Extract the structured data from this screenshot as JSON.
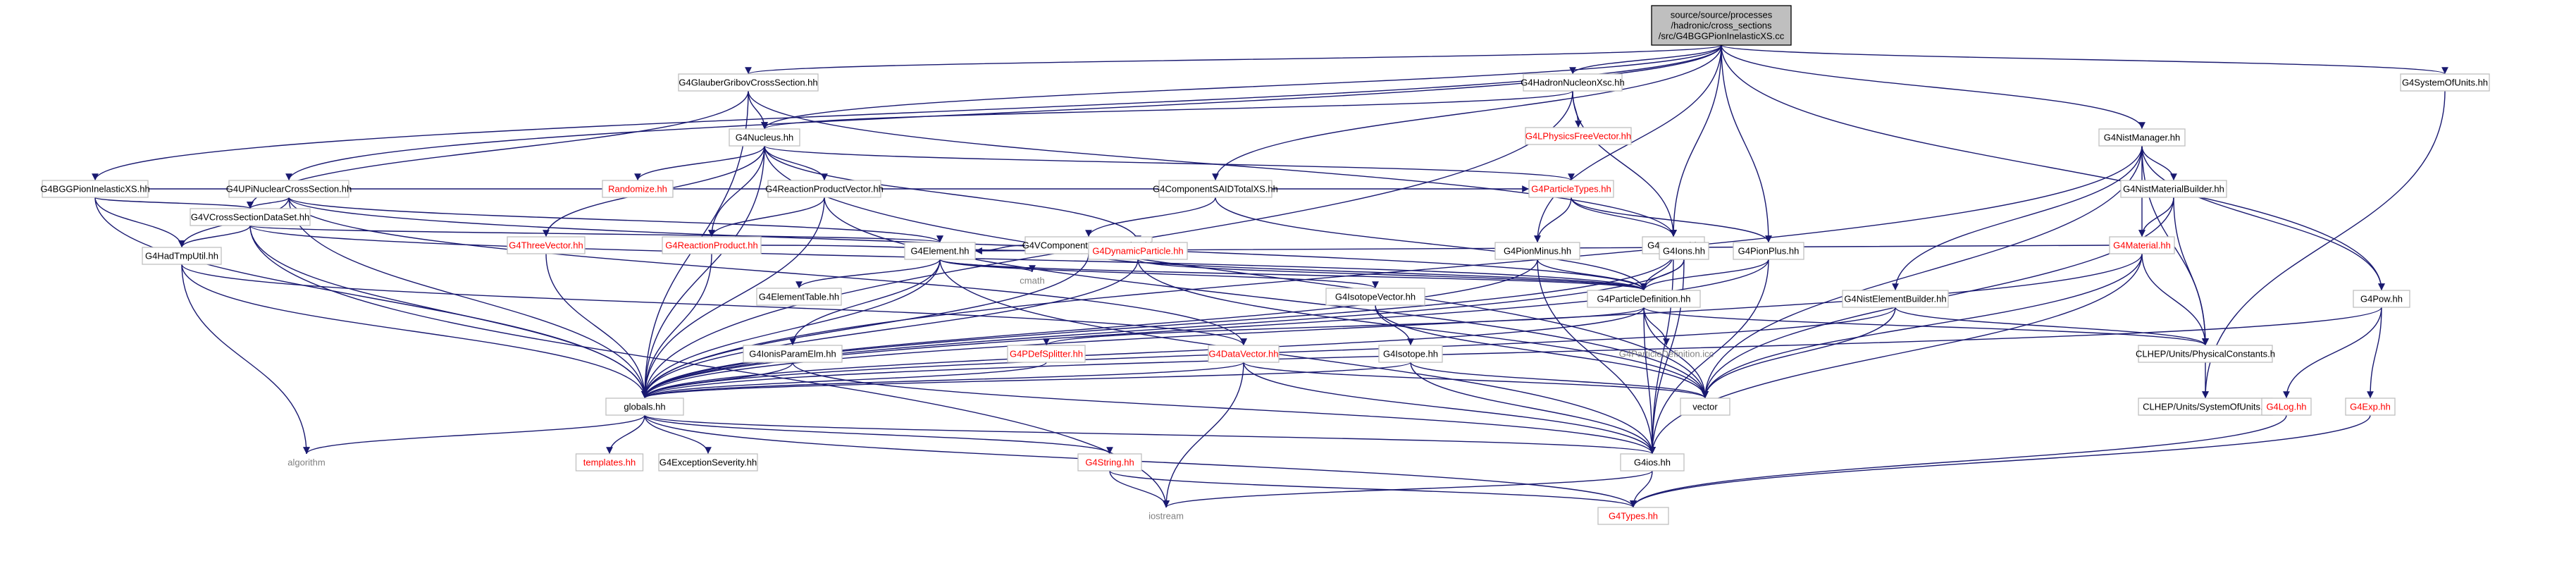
{
  "graph": {
    "nodes": [
      {
        "id": "root",
        "label": "source/source/processes /hadronic/cross_sections /src/G4BGGPionInelasticXS.cc",
        "style": "root"
      },
      {
        "id": "glauber",
        "label": "G4GlauberGribovCrossSection.hh",
        "style": "normal"
      },
      {
        "id": "hadronnuc",
        "label": "G4HadronNucleonXsc.hh",
        "style": "normal"
      },
      {
        "id": "sysunits",
        "label": "G4SystemOfUnits.hh",
        "style": "normal"
      },
      {
        "id": "lphys",
        "label": "G4LPhysicsFreeVector.hh",
        "style": "missing"
      },
      {
        "id": "nucleus",
        "label": "G4Nucleus.hh",
        "style": "normal"
      },
      {
        "id": "nistman",
        "label": "G4NistManager.hh",
        "style": "normal"
      },
      {
        "id": "bggpion",
        "label": "G4BGGPionInelasticXS.hh",
        "style": "normal"
      },
      {
        "id": "upi",
        "label": "G4UPiNuclearCrossSection.hh",
        "style": "normal"
      },
      {
        "id": "randomize",
        "label": "Randomize.hh",
        "style": "missing"
      },
      {
        "id": "reactionvec",
        "label": "G4ReactionProductVector.hh",
        "style": "normal"
      },
      {
        "id": "compsaid",
        "label": "G4ComponentSAIDTotalXS.hh",
        "style": "normal"
      },
      {
        "id": "particletypes",
        "label": "G4ParticleTypes.hh",
        "style": "missing"
      },
      {
        "id": "nistmat",
        "label": "G4NistMaterialBuilder.hh",
        "style": "normal"
      },
      {
        "id": "vcsds",
        "label": "G4VCrossSectionDataSet.hh",
        "style": "normal"
      },
      {
        "id": "threevec",
        "label": "G4ThreeVector.hh",
        "style": "missing"
      },
      {
        "id": "reactionprod",
        "label": "G4ReactionProduct.hh",
        "style": "missing"
      },
      {
        "id": "vcomp",
        "label": "G4VComponentCrossSection.hh",
        "style": "normal"
      },
      {
        "id": "proton",
        "label": "G4Proton.hh",
        "style": "normal"
      },
      {
        "id": "material",
        "label": "G4Material.hh",
        "style": "missing"
      },
      {
        "id": "hadtmp",
        "label": "G4HadTmpUtil.hh",
        "style": "normal"
      },
      {
        "id": "element",
        "label": "G4Element.hh",
        "style": "normal"
      },
      {
        "id": "dynpart",
        "label": "G4DynamicParticle.hh",
        "style": "missing"
      },
      {
        "id": "pionminus",
        "label": "G4PionMinus.hh",
        "style": "normal"
      },
      {
        "id": "ions",
        "label": "G4Ions.hh",
        "style": "normal"
      },
      {
        "id": "pionplus",
        "label": "G4PionPlus.hh",
        "style": "normal"
      },
      {
        "id": "cmath",
        "label": "cmath",
        "style": "noborder"
      },
      {
        "id": "eltable",
        "label": "G4ElementTable.hh",
        "style": "normal"
      },
      {
        "id": "isovec",
        "label": "G4IsotopeVector.hh",
        "style": "normal"
      },
      {
        "id": "partdef",
        "label": "G4ParticleDefinition.hh",
        "style": "normal"
      },
      {
        "id": "nistelem",
        "label": "G4NistElementBuilder.hh",
        "style": "normal"
      },
      {
        "id": "pow",
        "label": "G4Pow.hh",
        "style": "normal"
      },
      {
        "id": "ionsparam",
        "label": "G4IonisParamElm.hh",
        "style": "normal"
      },
      {
        "id": "pdef",
        "label": "G4PDefSplitter.hh",
        "style": "missing"
      },
      {
        "id": "datavec",
        "label": "G4DataVector.hh",
        "style": "missing"
      },
      {
        "id": "isotope",
        "label": "G4Isotope.hh",
        "style": "normal"
      },
      {
        "id": "partdeficc",
        "label": "G4ParticleDefinition.icc",
        "style": "noborder"
      },
      {
        "id": "physconst",
        "label": "CLHEP/Units/PhysicalConstants.h",
        "style": "normal"
      },
      {
        "id": "globals",
        "label": "globals.hh",
        "style": "normal"
      },
      {
        "id": "vector",
        "label": "vector",
        "style": "external"
      },
      {
        "id": "clhepsys",
        "label": "CLHEP/Units/SystemOfUnits.h",
        "style": "normal"
      },
      {
        "id": "log",
        "label": "G4Log.hh",
        "style": "missing"
      },
      {
        "id": "exp",
        "label": "G4Exp.hh",
        "style": "missing"
      },
      {
        "id": "algorithm",
        "label": "algorithm",
        "style": "noborder"
      },
      {
        "id": "templates",
        "label": "templates.hh",
        "style": "missing"
      },
      {
        "id": "exception",
        "label": "G4ExceptionSeverity.hh",
        "style": "normal"
      },
      {
        "id": "g4string",
        "label": "G4String.hh",
        "style": "missing"
      },
      {
        "id": "g4ios",
        "label": "G4ios.hh",
        "style": "normal"
      },
      {
        "id": "iostream",
        "label": "iostream",
        "style": "noborder"
      },
      {
        "id": "types",
        "label": "G4Types.hh",
        "style": "missing"
      }
    ],
    "edges": [
      [
        "root",
        "glauber"
      ],
      [
        "root",
        "hadronnuc"
      ],
      [
        "root",
        "sysunits"
      ],
      [
        "root",
        "nistman"
      ],
      [
        "root",
        "bggpion"
      ],
      [
        "root",
        "upi"
      ],
      [
        "root",
        "compsaid"
      ],
      [
        "root",
        "proton"
      ],
      [
        "root",
        "pionminus"
      ],
      [
        "root",
        "pionplus"
      ],
      [
        "root",
        "pow"
      ],
      [
        "root",
        "nucleus"
      ],
      [
        "glauber",
        "nucleus"
      ],
      [
        "glauber",
        "globals"
      ],
      [
        "glauber",
        "proton"
      ],
      [
        "glauber",
        "vcsds"
      ],
      [
        "hadronnuc",
        "lphys"
      ],
      [
        "hadronnuc",
        "nucleus"
      ],
      [
        "hadronnuc",
        "proton"
      ],
      [
        "hadronnuc",
        "globals"
      ],
      [
        "sysunits",
        "clhepsys"
      ],
      [
        "nucleus",
        "randomize"
      ],
      [
        "nucleus",
        "reactionvec"
      ],
      [
        "nucleus",
        "threevec"
      ],
      [
        "nucleus",
        "reactionprod"
      ],
      [
        "nucleus",
        "dynpart"
      ],
      [
        "nucleus",
        "globals"
      ],
      [
        "nucleus",
        "particletypes"
      ],
      [
        "nucleus",
        "vector"
      ],
      [
        "nistman",
        "nistmat"
      ],
      [
        "nistman",
        "material"
      ],
      [
        "nistman",
        "nistelem"
      ],
      [
        "nistman",
        "pow"
      ],
      [
        "nistman",
        "globals"
      ],
      [
        "nistman",
        "vector"
      ],
      [
        "nistman",
        "physconst"
      ],
      [
        "bggpion",
        "vcsds"
      ],
      [
        "bggpion",
        "hadtmp"
      ],
      [
        "bggpion",
        "globals"
      ],
      [
        "bggpion",
        "particletypes"
      ],
      [
        "upi",
        "vcsds"
      ],
      [
        "upi",
        "hadtmp"
      ],
      [
        "upi",
        "globals"
      ],
      [
        "upi",
        "element"
      ],
      [
        "upi",
        "partdef"
      ],
      [
        "upi",
        "datavec"
      ],
      [
        "reactionvec",
        "reactionprod"
      ],
      [
        "reactionvec",
        "vector"
      ],
      [
        "reactionvec",
        "globals"
      ],
      [
        "compsaid",
        "vcomp"
      ],
      [
        "compsaid",
        "partdef"
      ],
      [
        "particletypes",
        "pionminus"
      ],
      [
        "particletypes",
        "proton"
      ],
      [
        "particletypes",
        "pionplus"
      ],
      [
        "nistmat",
        "material"
      ],
      [
        "nistmat",
        "vector"
      ],
      [
        "nistmat",
        "physconst"
      ],
      [
        "vcsds",
        "hadtmp"
      ],
      [
        "vcsds",
        "element"
      ],
      [
        "vcsds",
        "globals"
      ],
      [
        "vcsds",
        "partdef"
      ],
      [
        "vcsds",
        "iostream"
      ],
      [
        "threevec",
        "globals"
      ],
      [
        "reactionprod",
        "dynpart"
      ],
      [
        "reactionprod",
        "globals"
      ],
      [
        "vcomp",
        "element"
      ],
      [
        "vcomp",
        "globals"
      ],
      [
        "vcomp",
        "partdef"
      ],
      [
        "proton",
        "partdef"
      ],
      [
        "proton",
        "ions"
      ],
      [
        "proton",
        "globals"
      ],
      [
        "proton",
        "g4ios"
      ],
      [
        "material",
        "element"
      ],
      [
        "material",
        "globals"
      ],
      [
        "material",
        "physconst"
      ],
      [
        "material",
        "vector"
      ],
      [
        "material",
        "g4ios"
      ],
      [
        "hadtmp",
        "globals"
      ],
      [
        "hadtmp",
        "algorithm"
      ],
      [
        "hadtmp",
        "datavec"
      ],
      [
        "element",
        "eltable"
      ],
      [
        "element",
        "isovec"
      ],
      [
        "element",
        "ionsparam"
      ],
      [
        "element",
        "globals"
      ],
      [
        "element",
        "cmath"
      ],
      [
        "element",
        "partdef"
      ],
      [
        "element",
        "g4ios"
      ],
      [
        "dynpart",
        "partdef"
      ],
      [
        "dynpart",
        "globals"
      ],
      [
        "dynpart",
        "vector"
      ],
      [
        "pionminus",
        "partdef"
      ],
      [
        "pionminus",
        "globals"
      ],
      [
        "pionminus",
        "g4ios"
      ],
      [
        "ions",
        "partdef"
      ],
      [
        "ions",
        "globals"
      ],
      [
        "ions",
        "g4ios"
      ],
      [
        "pionplus",
        "partdef"
      ],
      [
        "pionplus",
        "globals"
      ],
      [
        "pionplus",
        "g4ios"
      ],
      [
        "isovec",
        "isotope"
      ],
      [
        "isovec",
        "vector"
      ],
      [
        "partdef",
        "pdef"
      ],
      [
        "partdef",
        "partdeficc"
      ],
      [
        "partdef",
        "globals"
      ],
      [
        "partdef",
        "vector"
      ],
      [
        "partdef",
        "g4ios"
      ],
      [
        "partdef",
        "physconst"
      ],
      [
        "nistelem",
        "globals"
      ],
      [
        "nistelem",
        "vector"
      ],
      [
        "nistelem",
        "physconst"
      ],
      [
        "pow",
        "log"
      ],
      [
        "pow",
        "exp"
      ],
      [
        "pow",
        "globals"
      ],
      [
        "ionsparam",
        "globals"
      ],
      [
        "ionsparam",
        "g4ios"
      ],
      [
        "pdef",
        "globals"
      ],
      [
        "datavec",
        "globals"
      ],
      [
        "datavec",
        "vector"
      ],
      [
        "datavec",
        "iostream"
      ],
      [
        "datavec",
        "g4ios"
      ],
      [
        "isotope",
        "globals"
      ],
      [
        "isotope",
        "g4ios"
      ],
      [
        "isotope",
        "vector"
      ],
      [
        "physconst",
        "clhepsys"
      ],
      [
        "globals",
        "algorithm"
      ],
      [
        "globals",
        "templates"
      ],
      [
        "globals",
        "exception"
      ],
      [
        "globals",
        "g4string"
      ],
      [
        "globals",
        "g4ios"
      ],
      [
        "globals",
        "types"
      ],
      [
        "g4string",
        "iostream"
      ],
      [
        "g4string",
        "types"
      ],
      [
        "g4ios",
        "iostream"
      ],
      [
        "g4ios",
        "types"
      ],
      [
        "log",
        "types"
      ],
      [
        "exp",
        "types"
      ]
    ]
  }
}
